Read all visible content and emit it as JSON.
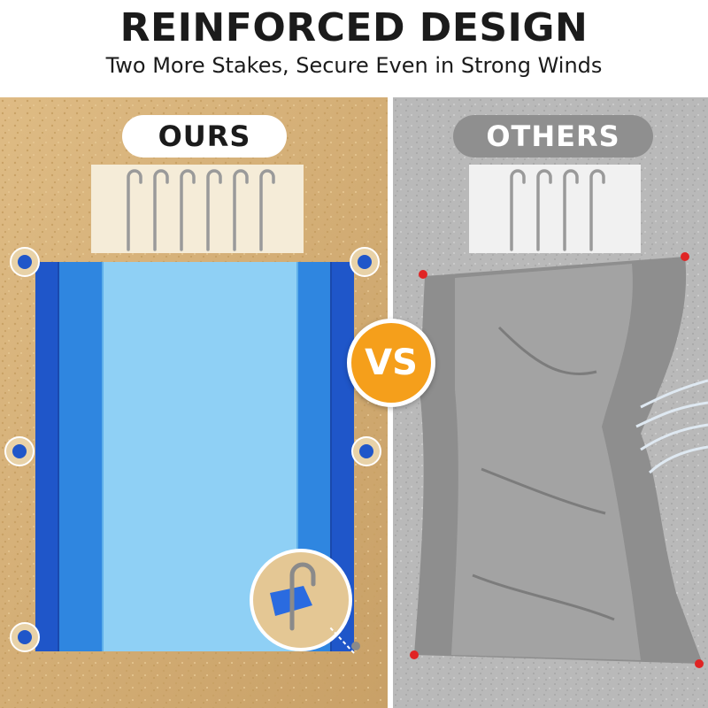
{
  "header": {
    "title": "REINFORCED DESIGN",
    "subtitle": "Two More Stakes, Secure Even in Strong Winds"
  },
  "left_panel": {
    "label": "OURS",
    "stake_count": 6
  },
  "right_panel": {
    "label": "OTHERS",
    "stake_count": 4
  },
  "vs_badge": "VS",
  "colors": {
    "sand": "#d8b47c",
    "gray_sand": "#b9b9b9",
    "mat_dark_blue": "#1f56c9",
    "mat_mid_blue": "#2f86e0",
    "mat_light_blue": "#8fd0f5",
    "badge_orange": "#f59f1b",
    "others_pill": "#8f8f8f",
    "corner_red": "#e02424"
  }
}
